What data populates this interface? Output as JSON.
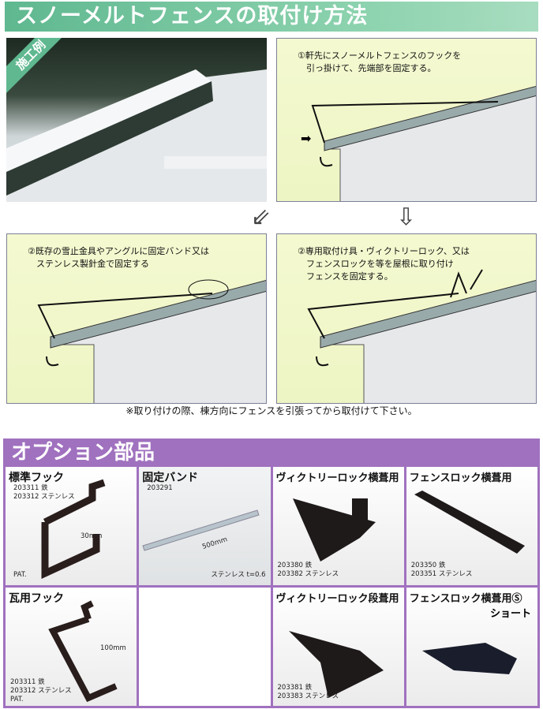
{
  "header": {
    "title": "スノーメルトフェンスの取付け方法"
  },
  "photo": {
    "badge": "施工例"
  },
  "steps": [
    {
      "text": "①軒先にスノーメルトフェンスのフックを\n　引っ掛けて、先端部を固定する。"
    },
    {
      "text": "②既存の雪止金具やアングルに固定バンド又は\n　ステンレス製針金で固定する"
    },
    {
      "text": "②専用取付け具・ヴィクトリーロック、又は\n　フェンスロックを等を屋根に取り付け\n　フェンスを固定する。"
    }
  ],
  "arrows": {
    "left": "⇙",
    "down": "⇩"
  },
  "note": "※取り付けの際、棟方向にフェンスを引張ってから取付けて下さい。",
  "options": {
    "title": "オプション部品",
    "items": [
      {
        "name": "標準フック",
        "codes": [
          "203311 鉄",
          "203312 ステンレス"
        ],
        "dimension": "30mm",
        "extra": "PAT."
      },
      {
        "name": "固定バンド",
        "codes": [
          "203291"
        ],
        "dimension": "500mm",
        "extra": "ステンレス t=0.6"
      },
      {
        "name": "ヴィクトリーロック横葺用",
        "codes": [
          "203380 鉄",
          "203382 ステンレス"
        ]
      },
      {
        "name": "フェンスロック横葺用",
        "codes": [
          "203350 鉄",
          "203351 ステンレス"
        ]
      },
      {
        "name": "瓦用フック",
        "codes": [
          "203311 鉄",
          "203312 ステンレス"
        ],
        "dimension": "100mm",
        "extra": "PAT."
      },
      {
        "name": "ヴィクトリーロック段葺用",
        "codes": [
          "203381 鉄",
          "203383 ステンレス"
        ]
      },
      {
        "name": "フェンスロック横葺用Ⓢ",
        "name2": "ショート"
      }
    ]
  },
  "colors": {
    "green": "#5fb890",
    "purple": "#a071bf",
    "panel": "#f4f9d0"
  }
}
